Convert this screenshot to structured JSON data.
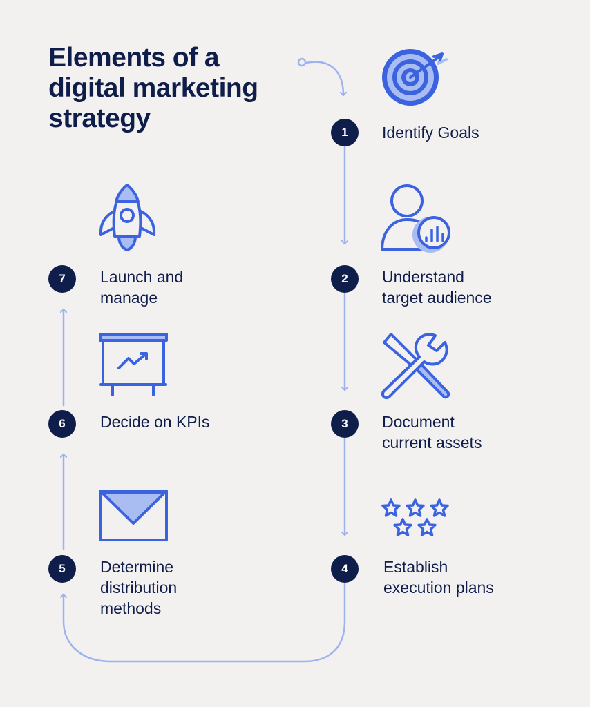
{
  "title_lines": [
    "Elements of a",
    "digital marketing",
    "strategy"
  ],
  "colors": {
    "navy": "#0f1d4a",
    "icon_blue": "#3b63e0",
    "icon_light": "#a9bdf3",
    "arrow": "#9db3ef",
    "background": "#f3f1f0"
  },
  "steps": [
    {
      "number": "1",
      "lines": [
        "Identify Goals"
      ],
      "icon": "target-icon"
    },
    {
      "number": "2",
      "lines": [
        "Understand",
        "target audience"
      ],
      "icon": "audience-icon"
    },
    {
      "number": "3",
      "lines": [
        "Document",
        "current assets"
      ],
      "icon": "tools-icon"
    },
    {
      "number": "4",
      "lines": [
        "Establish",
        "execution plans"
      ],
      "icon": "stars-icon"
    },
    {
      "number": "5",
      "lines": [
        "Determine",
        "distribution",
        "methods"
      ],
      "icon": "envelope-icon"
    },
    {
      "number": "6",
      "lines": [
        "Decide on KPIs"
      ],
      "icon": "presentation-board-icon"
    },
    {
      "number": "7",
      "lines": [
        "Launch and",
        "manage"
      ],
      "icon": "rocket-icon"
    }
  ]
}
